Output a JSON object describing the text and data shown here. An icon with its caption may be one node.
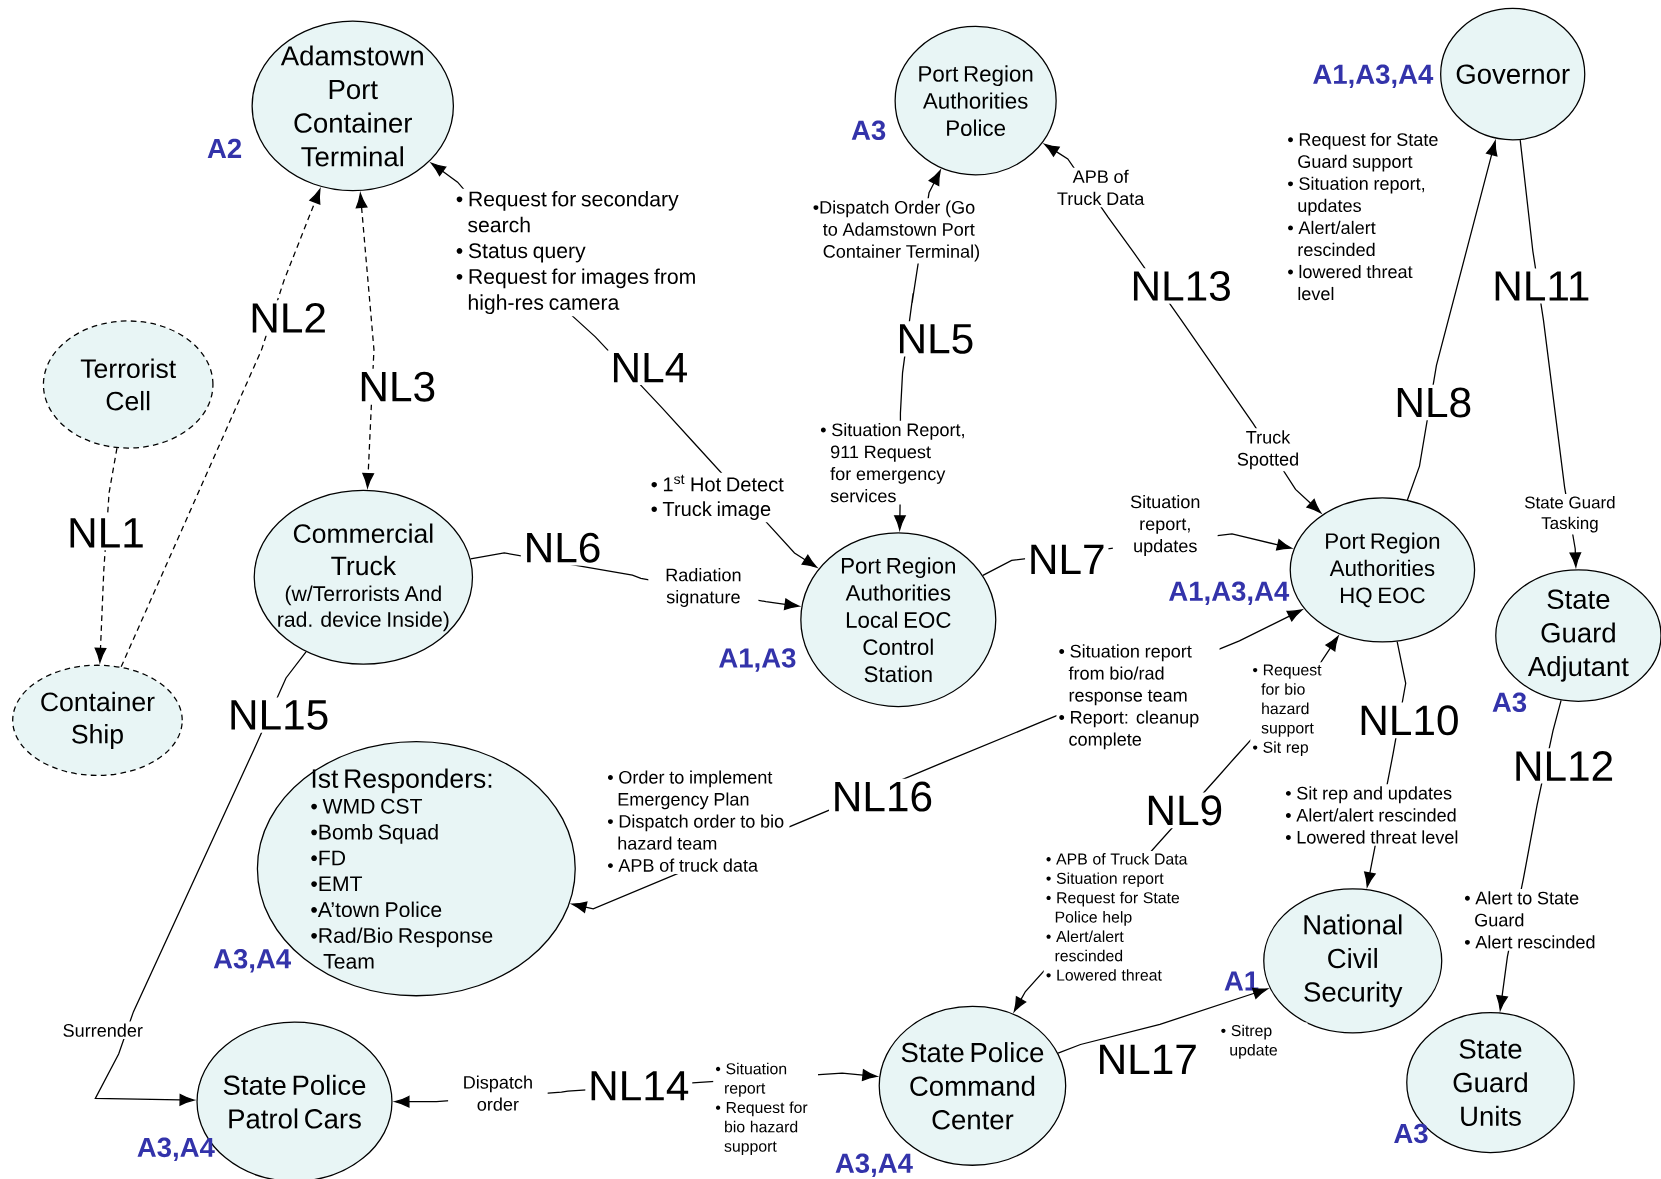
{
  "diagram": {
    "nodes": [
      {
        "text": [
          "Adamstown Port Container Terminal"
        ],
        "beside": [
          "A2"
        ]
      },
      {
        "text": [
          "Port Region Authorities Police"
        ],
        "beside": [
          "A3"
        ]
      },
      {
        "text": [
          "Governor"
        ],
        "beside": [
          "A1,A3,A4"
        ]
      },
      {
        "text": [
          "Terrorist Cell"
        ]
      },
      {
        "text": [
          "Commercial Truck",
          "(w/Terrorists And rad. device Inside)"
        ]
      },
      {
        "text": [
          "Port Region Authorities Local EOC Control Station"
        ],
        "beside": [
          "A1,A3"
        ]
      },
      {
        "text": [
          "Port Region Authorities HQ EOC"
        ],
        "beside": [
          "A1,A3,A4"
        ]
      },
      {
        "text": [
          "State Guard Adjutant"
        ],
        "beside": [
          "A3"
        ]
      },
      {
        "text": [
          "Container Ship"
        ]
      },
      {
        "text": [
          "Ist Responders:",
          "• WMD CST",
          "•Bomb Squad",
          "•FD",
          "•EMT",
          "•A’town Police",
          "•Rad/Bio Response Team"
        ],
        "beside": [
          "A3,A4"
        ]
      },
      {
        "text": [
          "National Civil Security"
        ],
        "beside": [
          "A1"
        ]
      },
      {
        "text": [
          "State Police Command Center"
        ],
        "beside": [
          "A3,A4"
        ]
      },
      {
        "text": [
          "State Police Patrol Cars"
        ],
        "beside": [
          "A3,A4"
        ]
      },
      {
        "text": [
          "State Guard Units"
        ],
        "beside": [
          "A3"
        ]
      }
    ],
    "edges": [
      {
        "from": 3,
        "to": 8,
        "arrow": "to",
        "style": "dashed",
        "label": "NL1"
      },
      {
        "from": 8,
        "to": 0,
        "arrow": "to",
        "style": "dashed",
        "label": "NL2"
      },
      {
        "from": 0,
        "to": 4,
        "arrow": "both",
        "style": "dashed",
        "label": "NL3"
      },
      {
        "from": 0,
        "to": 5,
        "arrow": "both",
        "label": "NL4"
      },
      {
        "from": 5,
        "to": 1,
        "arrow": "both",
        "label": "NL5"
      },
      {
        "from": 4,
        "to": 5,
        "arrow": "to",
        "label": "NL6"
      },
      {
        "from": 5,
        "to": 6,
        "arrow": "to",
        "label": "NL7"
      },
      {
        "from": 1,
        "to": 6,
        "arrow": "both",
        "label": "NL13"
      },
      {
        "from": 6,
        "to": 2,
        "arrow": "to",
        "label": "NL8"
      },
      {
        "from": 2,
        "to": 7,
        "arrow": "to",
        "label": "NL11"
      },
      {
        "from": 6,
        "to": 10,
        "arrow": "to",
        "label": "NL10"
      },
      {
        "from": 7,
        "to": 13,
        "arrow": "to",
        "label": "NL12"
      },
      {
        "from": 6,
        "to": 11,
        "arrow": "both",
        "label": "NL9"
      },
      {
        "from": 6,
        "to": 9,
        "arrow": "both",
        "label": "NL16"
      },
      {
        "from": 11,
        "to": 10,
        "arrow": "to",
        "label": "NL17"
      },
      {
        "from": 11,
        "to": 12,
        "arrow": "both",
        "label": "NL14"
      },
      {
        "from": 4,
        "to": 12,
        "arrow": "to",
        "label": "NL15"
      }
    ],
    "labels": [
      "• Request for secondary search",
      "• Status query",
      "• Request for images from high-res camera",
      "•Dispatch Order (Go to Adamstown Port Container Terminal)",
      "APB of Truck Data",
      "• Request for State Guard support",
      "• Situation report, updates",
      "• Alert/alert rescinded",
      "• lowered threat level",
      "• Situation Report, 911 Request for emergency services",
      "Truck Spotted",
      "• 1$^{st}$ Hot Detect",
      "• Truck image",
      "Situation report, updates",
      "Radiation signature",
      "State Guard Tasking",
      "• Situation report from bio/rad response team",
      "• Report: cleanup complete",
      "• Request for bio hazard support",
      "• Sit rep",
      "• Order to implement Emergency Plan",
      "• Dispatch order to bio hazard team",
      "• APB of truck data",
      "• Sit rep and updates",
      "• Alert/alert rescinded",
      "• Lowered threat level",
      "• APB of Truck Data",
      "• Situation report",
      "• Request for State Police help",
      "• Alert/alert rescinded",
      "• Lowered threat",
      "• Alert to State Guard",
      "• Alert rescinded",
      "Surrender",
      "• Sitrep update",
      "Dispatch order",
      "• Situation report",
      "• Request for bio hazard support"
    ]
  }
}
